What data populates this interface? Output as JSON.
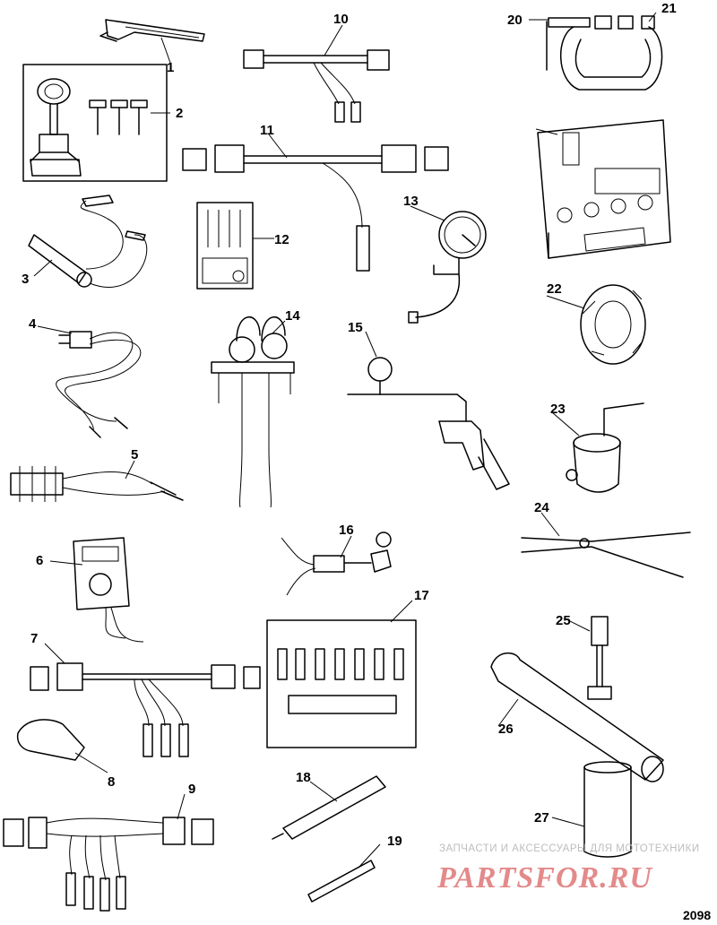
{
  "callouts": [
    {
      "id": "1",
      "label": "1"
    },
    {
      "id": "2",
      "label": "2"
    },
    {
      "id": "3",
      "label": "3"
    },
    {
      "id": "4",
      "label": "4"
    },
    {
      "id": "5",
      "label": "5"
    },
    {
      "id": "6",
      "label": "6"
    },
    {
      "id": "7",
      "label": "7"
    },
    {
      "id": "8",
      "label": "8"
    },
    {
      "id": "9",
      "label": "9"
    },
    {
      "id": "10",
      "label": "10"
    },
    {
      "id": "11",
      "label": "11"
    },
    {
      "id": "12",
      "label": "12"
    },
    {
      "id": "13",
      "label": "13"
    },
    {
      "id": "14",
      "label": "14"
    },
    {
      "id": "15",
      "label": "15"
    },
    {
      "id": "16",
      "label": "16"
    },
    {
      "id": "17",
      "label": "17"
    },
    {
      "id": "18",
      "label": "18"
    },
    {
      "id": "19",
      "label": "19"
    },
    {
      "id": "20",
      "label": "20"
    },
    {
      "id": "21",
      "label": "21"
    },
    {
      "id": "22",
      "label": "22"
    },
    {
      "id": "23",
      "label": "23"
    },
    {
      "id": "24",
      "label": "24"
    },
    {
      "id": "25",
      "label": "25"
    },
    {
      "id": "26",
      "label": "26"
    },
    {
      "id": "27",
      "label": "27"
    }
  ],
  "watermark": {
    "tagline": "ЗАПЧАСТИ И АКСЕССУАРЫ ДЛЯ МОТОТЕХНИКИ",
    "logo": "PARTSFOR.RU",
    "color": "#e38a8a"
  },
  "document_number": "2098"
}
